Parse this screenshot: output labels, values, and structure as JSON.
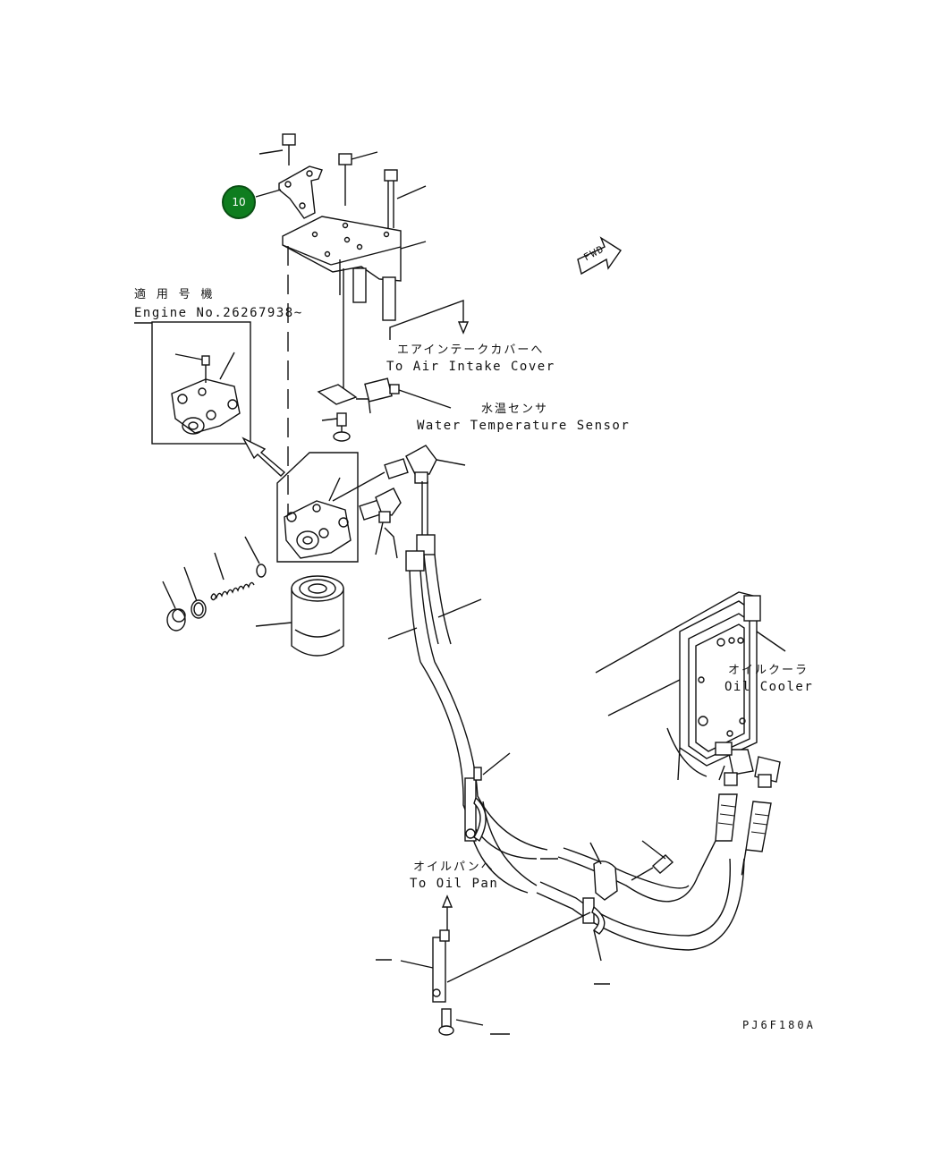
{
  "callout": {
    "number": "10",
    "color": "#0f7d1f"
  },
  "labels": {
    "applicable_jp": "適 用 号 機",
    "engine_no": "Engine No.26267938~",
    "air_intake_jp": "エアインテークカバーへ",
    "air_intake_en": "To Air Intake Cover",
    "water_temp_jp": "水温センサ",
    "water_temp_en": "Water Temperature Sensor",
    "oil_cooler_jp": "オイルクーラ",
    "oil_cooler_en": "Oil Cooler",
    "oil_pan_jp": "オイルパンへ",
    "oil_pan_en": "To Oil Pan",
    "fwd": "FWD",
    "drawing_code": "PJ6F180A"
  }
}
